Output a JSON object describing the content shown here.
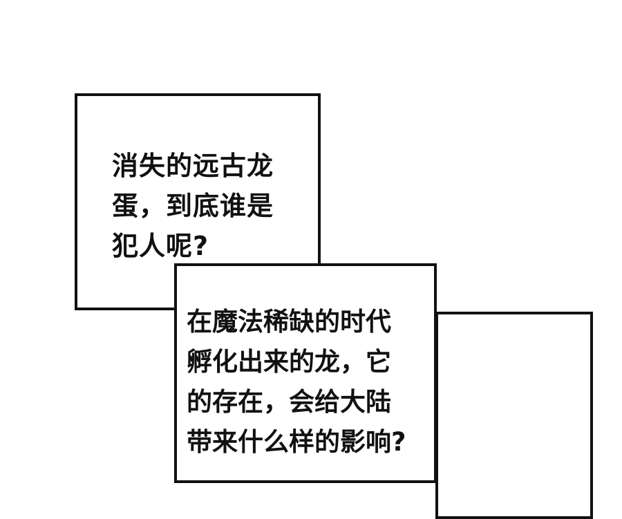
{
  "panels": [
    {
      "caption_lines": [
        "消失的远古龙",
        "蛋，到底谁是",
        "犯人呢?"
      ]
    },
    {
      "caption_lines": [
        "在魔法稀缺的时代",
        "孵化出来的龙，它",
        "的存在，会给大陆",
        "带来什么样的影响?"
      ]
    },
    {
      "caption_lines": []
    }
  ],
  "colors": {
    "ink": "#111111",
    "paper": "#ffffff"
  }
}
